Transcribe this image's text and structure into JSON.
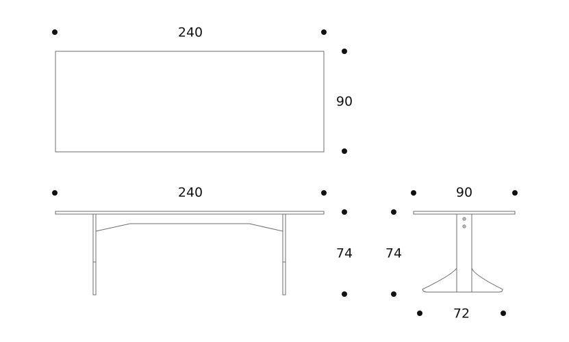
{
  "colors": {
    "line": "#6b6b6b",
    "dot": "#111111",
    "text": "#111111",
    "background": "#ffffff"
  },
  "top_view": {
    "length_label": "240",
    "width_label": "90"
  },
  "side_view": {
    "length_label": "240",
    "height_label": "74"
  },
  "end_view": {
    "width_label": "90",
    "height_label": "74",
    "base_label": "72"
  }
}
